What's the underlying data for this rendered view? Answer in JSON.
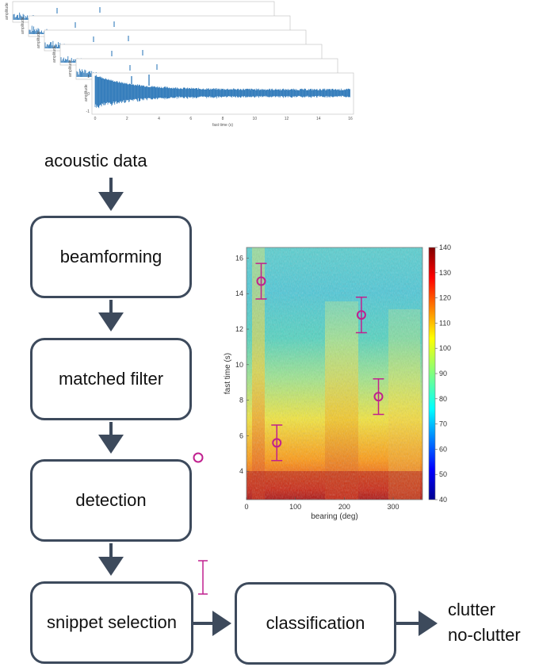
{
  "flow": {
    "input_label": "acoustic data",
    "steps": [
      "beamforming",
      "matched filter",
      "detection",
      "snippet selection",
      "classification"
    ],
    "outputs": [
      "clutter",
      "no-clutter"
    ]
  },
  "waveform_stack": {
    "ylabel": "amplitude",
    "xlabel": "fast time (s)",
    "x_ticks": [
      "0",
      "2",
      "4",
      "6",
      "8",
      "10",
      "12",
      "14",
      "16"
    ],
    "y_ticks": [
      "1",
      "0",
      "-1"
    ]
  },
  "colors": {
    "box_border": "#3d4a5c",
    "marker": "#c0208f",
    "signal": "#1f6fb4"
  },
  "chart_data": {
    "type": "heatmap",
    "xlabel": "bearing (deg)",
    "ylabel": "fast time (s)",
    "xlim": [
      0,
      360
    ],
    "ylim": [
      2.4,
      16.6
    ],
    "x_ticks": [
      "0",
      "100",
      "200",
      "300"
    ],
    "y_ticks": [
      "4",
      "6",
      "8",
      "10",
      "12",
      "14",
      "16"
    ],
    "colorbar": {
      "min": 40,
      "max": 140,
      "ticks": [
        "40",
        "50",
        "60",
        "70",
        "80",
        "90",
        "100",
        "110",
        "120",
        "130",
        "140"
      ]
    },
    "detections": [
      {
        "bearing": 30,
        "time": 14.7,
        "low": 13.7,
        "high": 15.7
      },
      {
        "bearing": 235,
        "time": 12.8,
        "low": 11.8,
        "high": 13.8
      },
      {
        "bearing": 270,
        "time": 8.2,
        "low": 7.2,
        "high": 9.2
      },
      {
        "bearing": 62,
        "time": 5.6,
        "low": 4.6,
        "high": 6.6
      }
    ]
  }
}
